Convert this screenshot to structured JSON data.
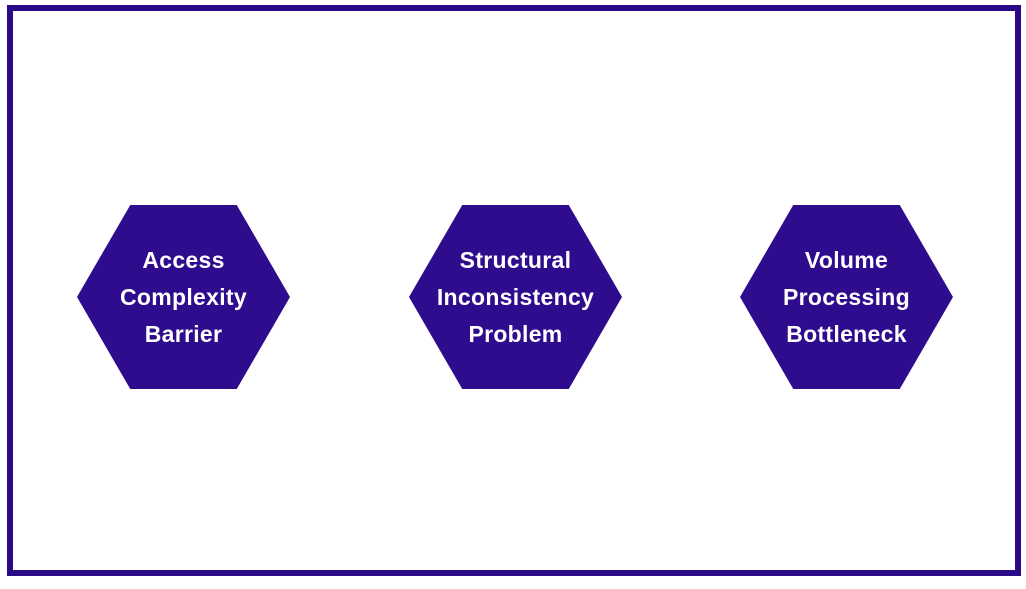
{
  "canvas": {
    "background_color": "#FFFFFF",
    "frame_border_color": "#2B0A87"
  },
  "hexagons": [
    {
      "fill_color": "#2F0C8E",
      "text_color": "#FFFFFF",
      "lines": [
        "Access",
        "Complexity",
        "Barrier"
      ]
    },
    {
      "fill_color": "#2F0C8E",
      "text_color": "#FFFFFF",
      "lines": [
        "Structural",
        "Inconsistency",
        "Problem"
      ]
    },
    {
      "fill_color": "#2F0C8E",
      "text_color": "#FFFFFF",
      "lines": [
        "Volume",
        "Processing",
        "Bottleneck"
      ]
    }
  ]
}
